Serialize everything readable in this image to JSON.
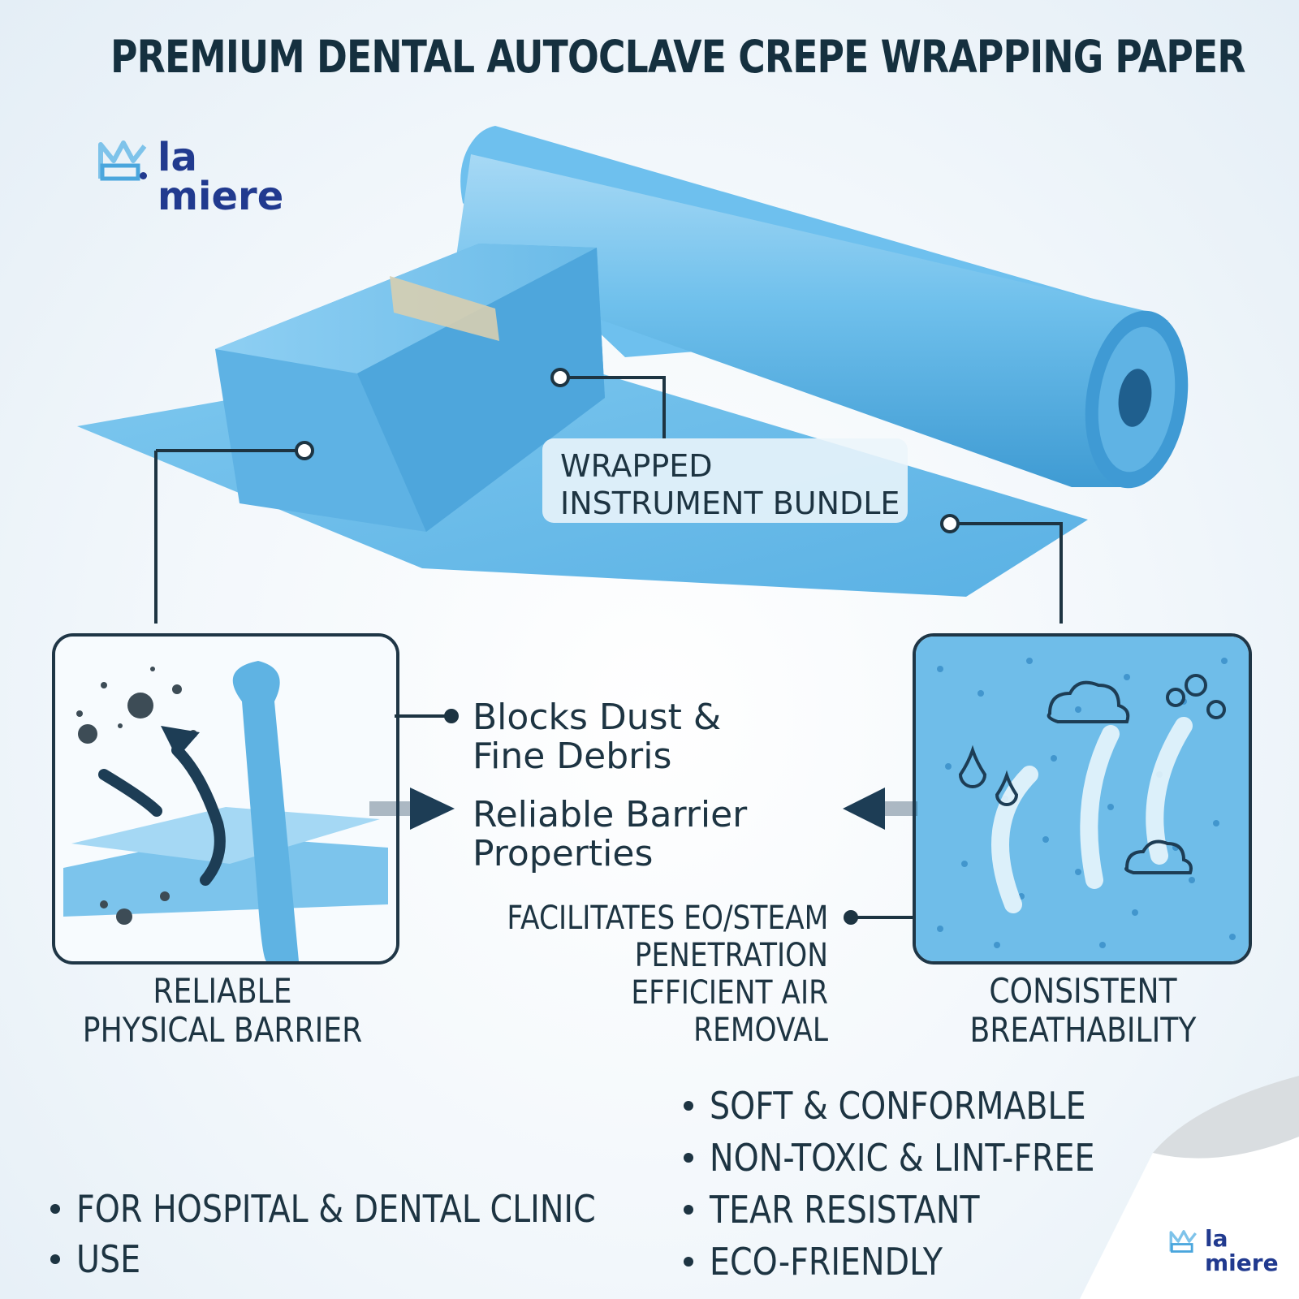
{
  "title": "PREMIUM DENTAL AUTOCLAVE CREPE WRAPPING PAPER",
  "logo": {
    "line1": "la",
    "line2": "miere"
  },
  "callout_bundle": {
    "line1": "WRAPPED",
    "line2": "INSTRUMENT BUNDLE"
  },
  "left_panel": {
    "caption_line1": "RELIABLE",
    "caption_line2": "PHYSICAL BARRIER"
  },
  "right_panel": {
    "caption_line1": "CONSISTENT",
    "caption_line2": "BREATHABILITY"
  },
  "center_features": {
    "item1_line1": "Blocks Dust &",
    "item1_line2": "Fine Debris",
    "item2_line1": "Reliable Barrier",
    "item2_line2": "Properties",
    "item3_line1": "FACILITATES EO/STEAM",
    "item3_line2": "PENETRATION",
    "item3_line3": "EFFICIENT AIR",
    "item3_line4": "REMOVAL"
  },
  "bottom_left_bullets": [
    "FOR HOSPITAL & DENTAL CLINIC",
    "USE"
  ],
  "bottom_right_bullets": [
    "SOFT & CONFORMABLE",
    "NON-TOXIC & LINT-FREE",
    "TEAR RESISTANT",
    "ECO-FRIENDLY"
  ],
  "colors": {
    "paper_blue": "#5db4e6",
    "navy": "#1d3442",
    "brand_blue": "#213a8f"
  }
}
